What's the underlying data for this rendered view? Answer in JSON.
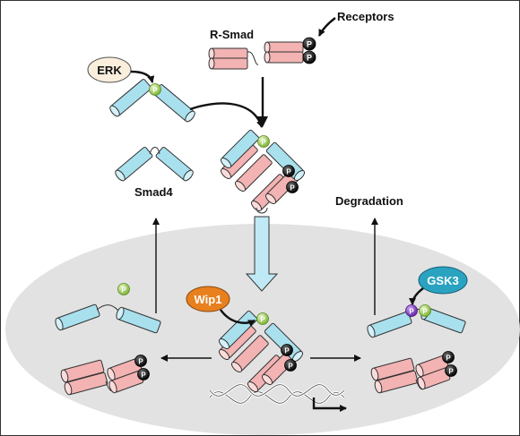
{
  "labels": {
    "receptors": "Receptors",
    "r_smad": "R-Smad",
    "smad4": "Smad4",
    "degradation": "Degradation"
  },
  "enzymes": {
    "erk": "ERK",
    "wip1": "Wip1",
    "gsk3": "GSK3"
  },
  "phospho_label": "P",
  "colors": {
    "nucleus": "#e2e2e2",
    "smad4_helix": "#a9e0ee",
    "r_smad_helix": "#f3b3b3",
    "phospho_black": "#111111",
    "phospho_green": "#9ccc4a",
    "phospho_purple": "#8a3fc9",
    "erk_bubble": "#fbeedd",
    "wip1_bubble": "#e8801e",
    "gsk3_bubble": "#2aa3c0",
    "import_arrow": "#bfeaf5"
  }
}
